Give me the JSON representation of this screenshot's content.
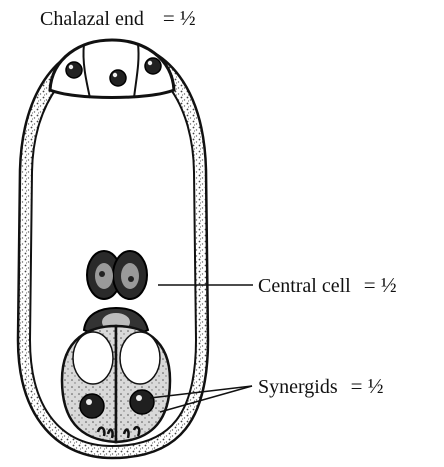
{
  "labels": {
    "chalazal_end": {
      "text": "Chalazal end",
      "value": "= ½"
    },
    "central_cell": {
      "text": "Central cell",
      "value": "= ½"
    },
    "synergids": {
      "text": "Synergids",
      "value": "= ½"
    }
  },
  "colors": {
    "ink": "#111111",
    "stipple": "#555555",
    "background": "#ffffff"
  }
}
